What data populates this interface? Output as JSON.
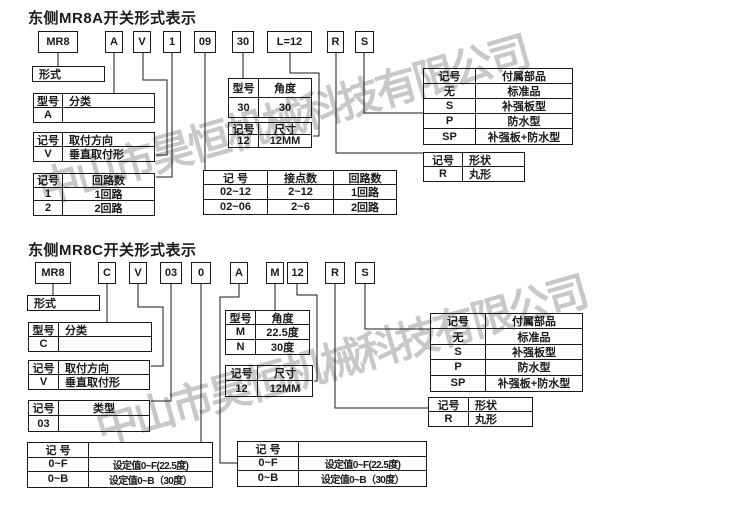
{
  "watermark": {
    "text": "中山市昊恒机械科技有限公司",
    "color": "#c8c8c8"
  },
  "section_a": {
    "title": "东侧MR8A开关形式表示",
    "form_label": "形式",
    "code_boxes": [
      "MR8",
      "A",
      "V",
      "1",
      "09",
      "30",
      "L=12",
      "R",
      "S"
    ],
    "category_table": {
      "headers": [
        "型号",
        "分类"
      ],
      "rows": [
        [
          "A",
          ""
        ]
      ]
    },
    "mount_table": {
      "headers": [
        "记号",
        "取付方向"
      ],
      "rows": [
        [
          "V",
          "垂直取付形"
        ]
      ]
    },
    "circuit_table": {
      "headers": [
        "记号",
        "回路数"
      ],
      "rows": [
        [
          "1",
          "1回路"
        ],
        [
          "2",
          "2回路"
        ]
      ]
    },
    "angle_table": {
      "headers": [
        "型号",
        "角度"
      ],
      "rows": [
        [
          "30",
          "30"
        ]
      ]
    },
    "size_table": {
      "headers": [
        "记号",
        "尺寸"
      ],
      "rows": [
        [
          "12",
          "12MM"
        ]
      ]
    },
    "contact_table": {
      "headers": [
        "记 号",
        "接点数",
        "回路数"
      ],
      "rows": [
        [
          "02~12",
          "2~12",
          "1回路"
        ],
        [
          "02~06",
          "2~6",
          "2回路"
        ]
      ]
    },
    "accessory_table": {
      "headers": [
        "记号",
        "付属部品"
      ],
      "rows": [
        [
          "无",
          "标准品"
        ],
        [
          "S",
          "补强板型"
        ],
        [
          "P",
          "防水型"
        ],
        [
          "SP",
          "补强板+防水型"
        ]
      ]
    },
    "shape_table": {
      "headers": [
        "记号",
        "形状"
      ],
      "rows": [
        [
          "R",
          "丸形"
        ]
      ]
    }
  },
  "section_c": {
    "title": "东侧MR8C开关形式表示",
    "form_label": "形式",
    "code_boxes": [
      "MR8",
      "C",
      "V",
      "03",
      "0",
      "A",
      "M",
      "12",
      "R",
      "S"
    ],
    "category_table": {
      "headers": [
        "型号",
        "分类"
      ],
      "rows": [
        [
          "C",
          ""
        ]
      ]
    },
    "mount_table": {
      "headers": [
        "记号",
        "取付方向"
      ],
      "rows": [
        [
          "V",
          "垂直取付形"
        ]
      ]
    },
    "type_table": {
      "headers": [
        "记号",
        "类型"
      ],
      "rows": [
        [
          "03",
          ""
        ]
      ]
    },
    "angle_table": {
      "headers": [
        "型号",
        "角度"
      ],
      "rows": [
        [
          "M",
          "22.5度"
        ],
        [
          "N",
          "30度"
        ]
      ]
    },
    "size_table": {
      "headers": [
        "记号",
        "尺寸"
      ],
      "rows": [
        [
          "12",
          "12MM"
        ]
      ]
    },
    "setting_table_1": {
      "headers": [
        "记 号",
        ""
      ],
      "rows": [
        [
          "0~F",
          "设定值0~F(22.5度)"
        ],
        [
          "0~B",
          "设定值0~B（30度）"
        ]
      ]
    },
    "setting_table_2": {
      "headers": [
        "记 号",
        ""
      ],
      "rows": [
        [
          "0~F",
          "设定值0~F(22.5度)"
        ],
        [
          "0~B",
          "设定值0~B（30度）"
        ]
      ]
    },
    "accessory_table": {
      "headers": [
        "记号",
        "付属部品"
      ],
      "rows": [
        [
          "无",
          "标准品"
        ],
        [
          "S",
          "补强板型"
        ],
        [
          "P",
          "防水型"
        ],
        [
          "SP",
          "补强板+防水型"
        ]
      ]
    },
    "shape_table": {
      "headers": [
        "记号",
        "形状"
      ],
      "rows": [
        [
          "R",
          "丸形"
        ]
      ]
    }
  }
}
